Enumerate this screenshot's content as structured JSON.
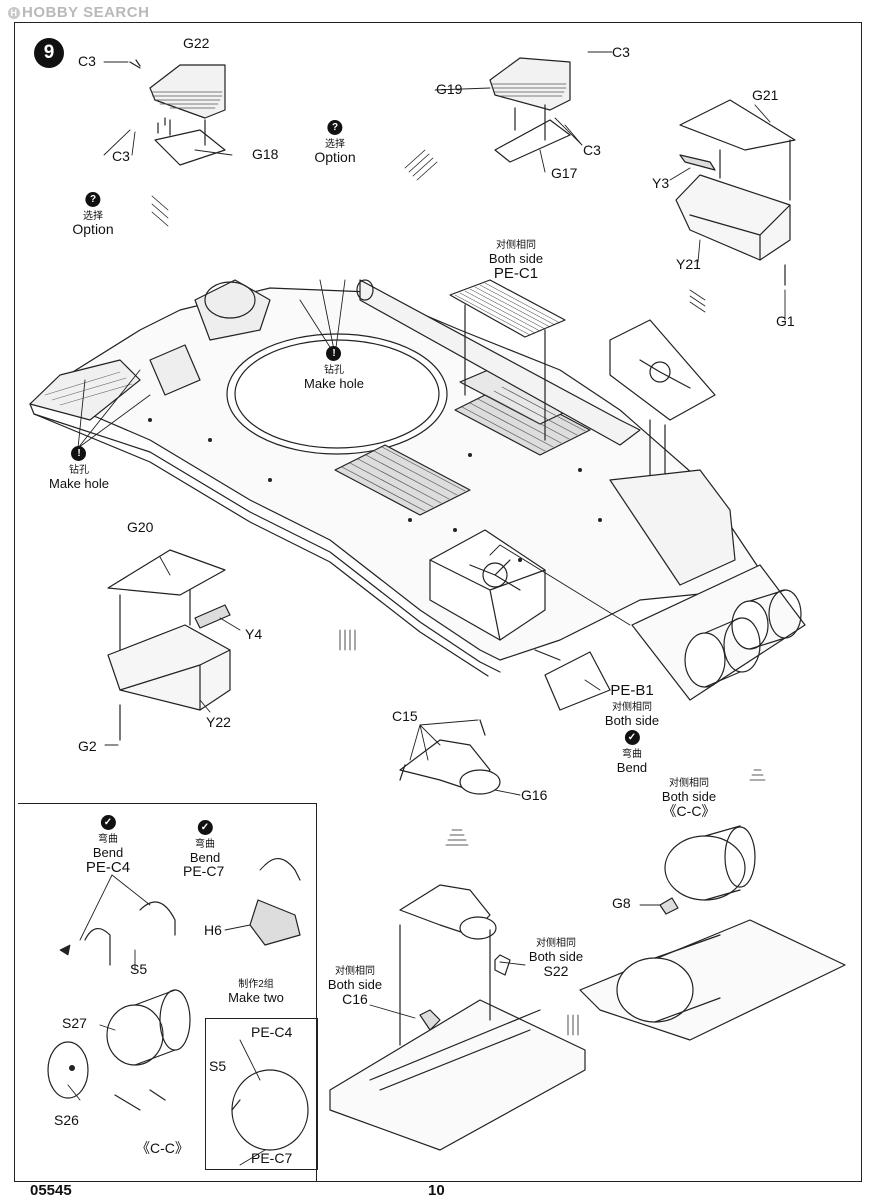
{
  "watermark": {
    "brand": "HOBBY SEARCH",
    "icon": "H"
  },
  "step_number": "9",
  "symbols": {
    "option": "?",
    "make_hole": "!",
    "bend": "✓"
  },
  "labels": {
    "c3": "C3",
    "g22": "G22",
    "g18": "G18",
    "g19": "G19",
    "g17": "G17",
    "g21": "G21",
    "y3": "Y3",
    "y21": "Y21",
    "g1": "G1",
    "g20": "G20",
    "y4": "Y4",
    "y22": "Y22",
    "g2": "G2",
    "option_cn": "选择",
    "option_en": "Option",
    "hole_cn": "钻孔",
    "hole_en": "Make hole",
    "both_cn": "对侧相同",
    "both_en": "Both side",
    "pe_c1": "PE-C1",
    "pe_b1": "PE-B1",
    "bend_cn": "弯曲",
    "bend_en": "Bend",
    "c15": "C15",
    "g16": "G16",
    "c_c_both": "《C-C》",
    "g8": "G8",
    "s22": "S22",
    "c16": "C16",
    "pe_c4": "PE-C4",
    "pe_c7": "PE-C7",
    "h6": "H6",
    "s5": "S5",
    "s27": "S27",
    "s26": "S26",
    "c_c": "《C-C》",
    "two_cn": "制作2组",
    "two_en": "Make two"
  },
  "footer": {
    "kit_number": "05545",
    "page_number": "10"
  }
}
